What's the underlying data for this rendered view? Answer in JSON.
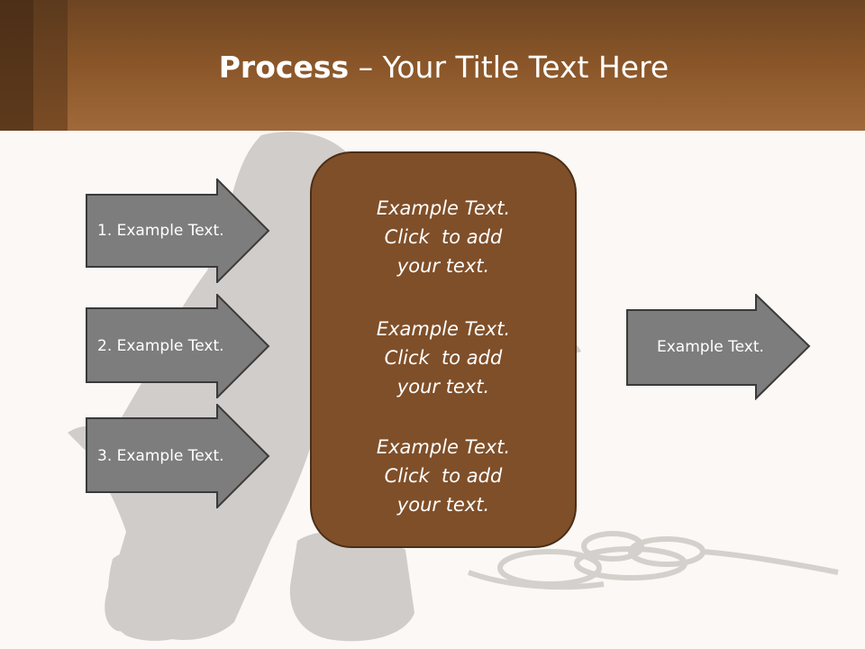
{
  "slide": {
    "title_bold": "Process",
    "title_rest": " – Your Title Text Here",
    "left_arrows": [
      {
        "label": "1. Example Text."
      },
      {
        "label": "2. Example Text."
      },
      {
        "label": "3. Example Text."
      }
    ],
    "center_paragraphs": [
      "Example Text.\nClick  to add\nyour text.",
      "Example Text.\nClick  to add\nyour text.",
      "Example Text.\nClick  to add\nyour text."
    ],
    "right_arrow": {
      "label": "Example Text."
    }
  },
  "colors": {
    "header": "#8a5629",
    "arrow_fill": "#7d7d7d",
    "arrow_border": "#3a3a3a",
    "center_box": "#7f4f29"
  }
}
